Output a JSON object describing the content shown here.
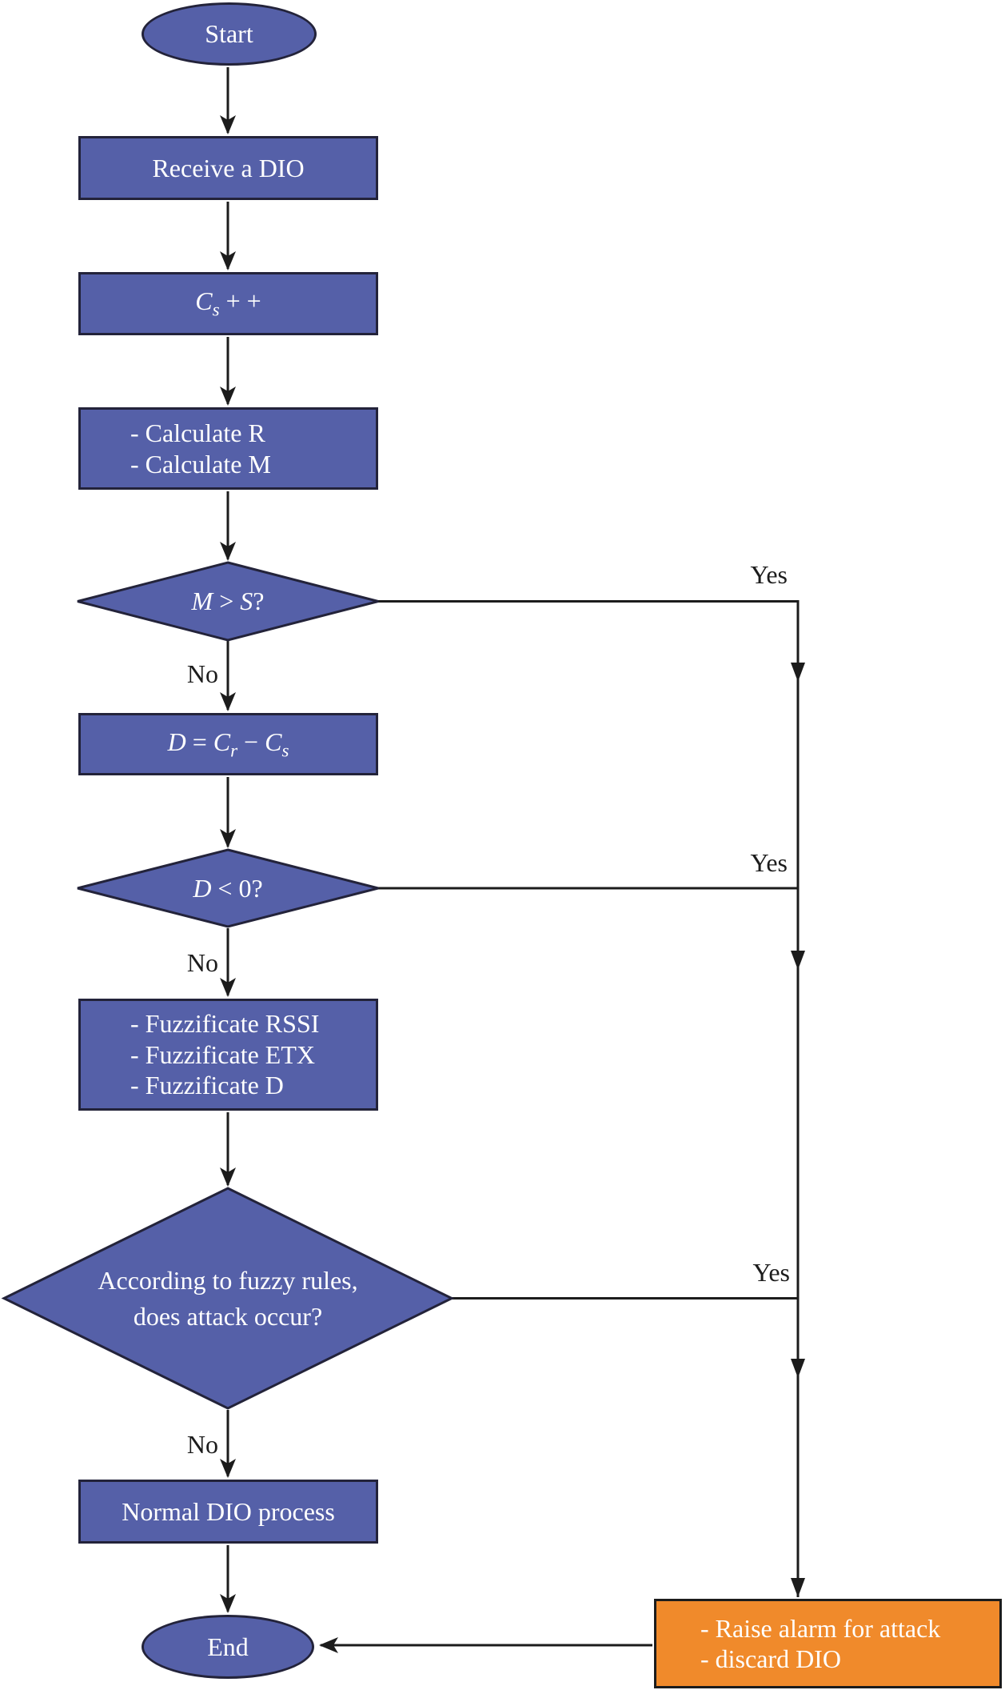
{
  "diagram": {
    "colors": {
      "node_fill": "#5560A8",
      "node_border": "#23233a",
      "alarm_fill": "#F08A2B",
      "alarm_border": "#1c1c1c",
      "wire": "#1c1c1c",
      "node_text": "#ffffff",
      "label_text": "#1c1c1c"
    },
    "nodes": {
      "start": {
        "type": "terminator",
        "label": "Start"
      },
      "receive": {
        "type": "process",
        "label": "Receive a DIO"
      },
      "counter": {
        "type": "process",
        "var": "C",
        "sub": "s",
        "suffix": " + +"
      },
      "calculate": {
        "type": "process",
        "lines": [
          "- Calculate R",
          "- Calculate M"
        ]
      },
      "m_decision": {
        "type": "decision",
        "var1": "M",
        "op": " > ",
        "var2": "S",
        "punct": "?"
      },
      "difference": {
        "type": "process",
        "lhs": "D",
        "eq": " = ",
        "c1": "C",
        "sub1": "r",
        "minus": " − ",
        "c2": "C",
        "sub2": "s"
      },
      "d_decision": {
        "type": "decision",
        "var1": "D",
        "op": " < ",
        "value": "0",
        "punct": "?"
      },
      "fuzzificate": {
        "type": "process",
        "lines": [
          "- Fuzzificate RSSI",
          "- Fuzzificate ETX",
          "- Fuzzificate D"
        ]
      },
      "fuzzy_decision": {
        "type": "decision",
        "lines": [
          "According to fuzzy rules,",
          "does attack occur?"
        ]
      },
      "normal": {
        "type": "process",
        "label": "Normal DIO process"
      },
      "end": {
        "type": "terminator",
        "label": "End"
      },
      "alarm": {
        "type": "process",
        "lines": [
          "- Raise alarm for attack",
          "- discard DIO"
        ]
      }
    },
    "edge_labels": {
      "m_yes": "Yes",
      "m_no": "No",
      "d_yes": "Yes",
      "d_no": "No",
      "fuzzy_yes": "Yes",
      "fuzzy_no": "No"
    }
  }
}
